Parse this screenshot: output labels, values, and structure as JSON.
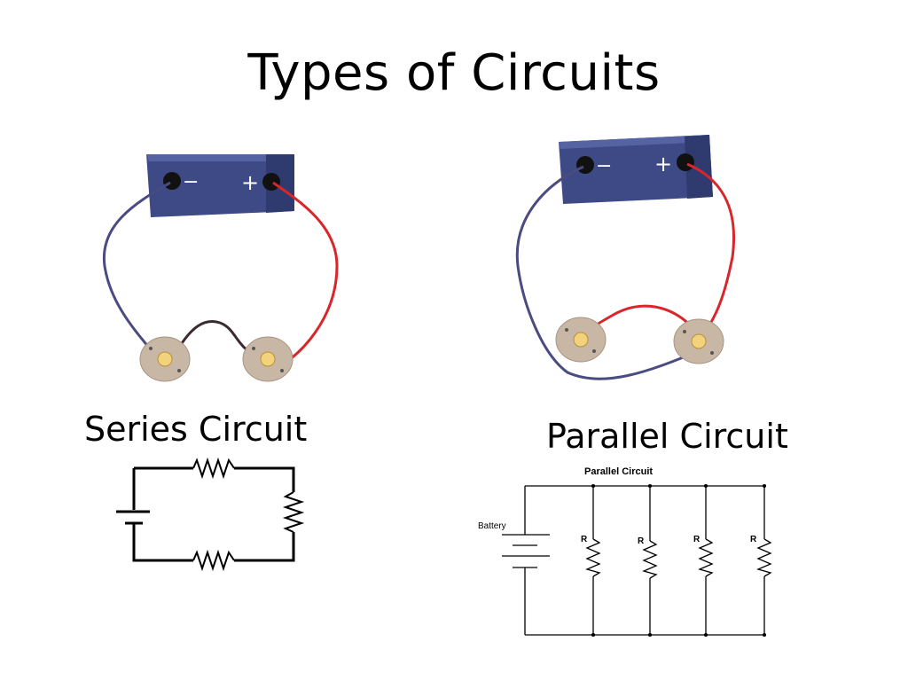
{
  "slide": {
    "title": "Types of Circuits"
  },
  "series": {
    "caption": "Series Circuit",
    "battery_signs": {
      "negative": "−",
      "positive": "+"
    }
  },
  "parallel": {
    "caption": "Parallel Circuit",
    "diagram_title": "Parallel Circuit",
    "battery_label": "Battery",
    "resistor_labels": [
      "R",
      "R",
      "R",
      "R"
    ],
    "battery_signs": {
      "negative": "−",
      "positive": "+"
    }
  },
  "colors": {
    "battery_body": "#3d4a86",
    "battery_top": "#5563a3",
    "wire_negative": "#4a4b80",
    "wire_positive": "#d8262b",
    "bulb_base": "#c9b7a6",
    "bulb_glow": "#f2d27a"
  }
}
